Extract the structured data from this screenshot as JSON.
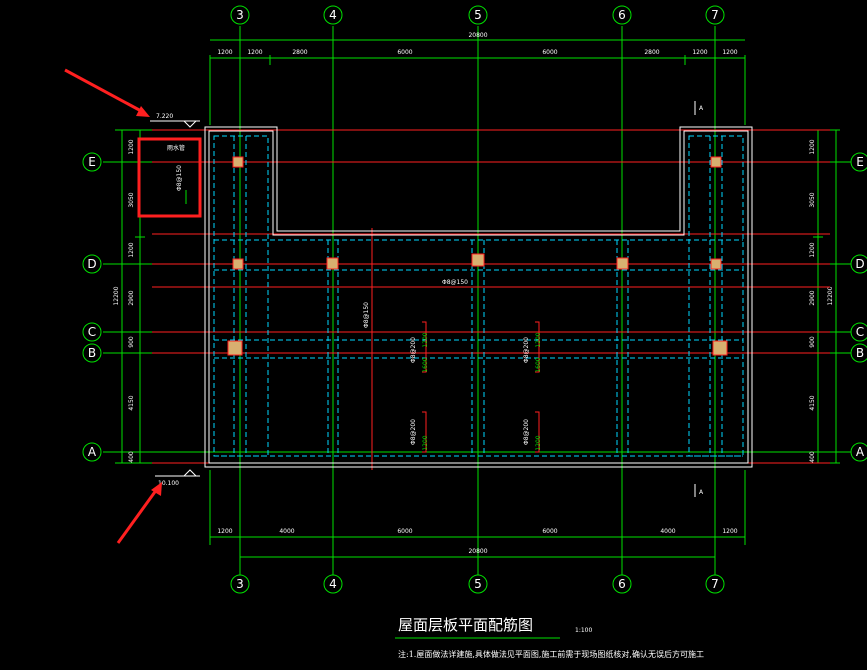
{
  "axes_columns": [
    "3",
    "4",
    "5",
    "6",
    "7"
  ],
  "axes_rows": [
    "E",
    "D",
    "C",
    "B",
    "A"
  ],
  "overall_dim_top": "20800",
  "overall_dim_bottom": "20800",
  "top_segments": [
    "1200",
    "1200",
    "2800",
    "6000",
    "6000",
    "2800",
    "1200",
    "1200"
  ],
  "bottom_segments": [
    "1200",
    "4000",
    "6000",
    "6000",
    "4000",
    "1200"
  ],
  "left_segments": [
    "1200",
    "3050",
    "1200",
    "2900",
    "900",
    "4150",
    "400"
  ],
  "right_segments": [
    "1200",
    "3050",
    "1200",
    "2900",
    "900",
    "4150",
    "400"
  ],
  "left_total": "12200",
  "right_total": "12200",
  "elevation_top": "7.220",
  "elevation_bottom": "10.100",
  "section_mark": "A",
  "callout_main": "Φ8@150",
  "callout_left_small": "雨水管",
  "callout_left_vertical": "Φ8@150",
  "rebar_labels": [
    "Φ8@200",
    "Φ8@200",
    "Φ8@200",
    "Φ8@200"
  ],
  "rebar_green_1": "1200",
  "rebar_green_2": "1600",
  "drawing_title": "屋面层板平面配筋图",
  "scale": "1:100",
  "note": "注:1.屋面做法详建施,具体做法见平面图,施工前需于现场图纸核对,确认无误后方可施工",
  "colors": {
    "grid_line": "#00e000",
    "beam": "#ff2020",
    "slab_edge": "#ffffff",
    "dashed": "#00d8ff",
    "column": "#d8b070",
    "annotation_arrow": "#ff2020"
  }
}
